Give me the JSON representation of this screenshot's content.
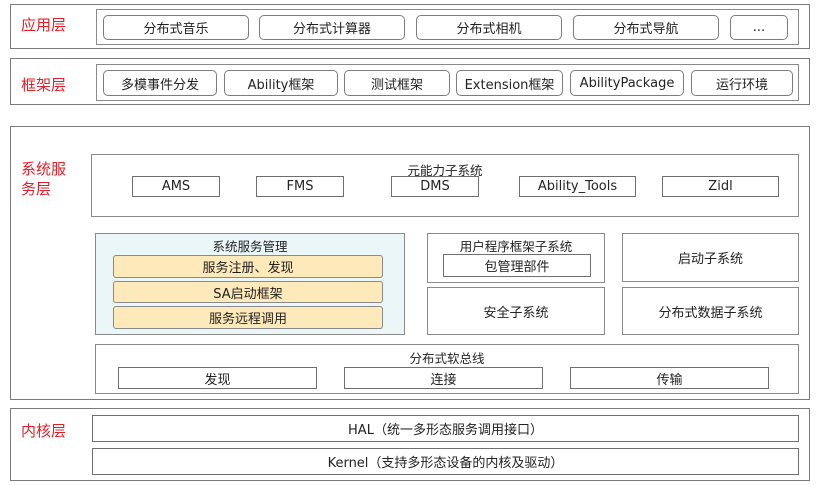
{
  "layers": {
    "app": {
      "label": "应用层",
      "items": [
        "分布式音乐",
        "分布式计算器",
        "分布式相机",
        "分布式导航",
        "..."
      ]
    },
    "framework": {
      "label": "框架层",
      "items": [
        "多模事件分发",
        "Ability框架",
        "测试框架",
        "Extension框架",
        "AbilityPackage",
        "运行环境"
      ]
    },
    "system": {
      "label_line1": "系统服",
      "label_line2": "务层",
      "meta": {
        "title": "元能力子系统",
        "items": [
          "AMS",
          "FMS",
          "DMS",
          "Ability_Tools",
          "Zidl"
        ]
      },
      "service_mgr": {
        "title": "系统服务管理",
        "items": [
          "服务注册、发现",
          "SA启动框架",
          "服务远程调用"
        ]
      },
      "user_framework": {
        "title": "用户程序框架子系统",
        "item": "包管理部件"
      },
      "startup": "启动子系统",
      "security": "安全子系统",
      "dist_data": "分布式数据子系统",
      "softbus": {
        "title": "分布式软总线",
        "items": [
          "发现",
          "连接",
          "传输"
        ]
      }
    },
    "kernel": {
      "label": "内核层",
      "hal": "HAL（统一多形态服务调用接口）",
      "kernel": "Kernel（支持多形态设备的内核及驱动）"
    }
  },
  "colors": {
    "layer_label": "#e0202a",
    "service_mgr_bg": "#eaf6f7",
    "service_item_bg": "#fde9b9"
  }
}
